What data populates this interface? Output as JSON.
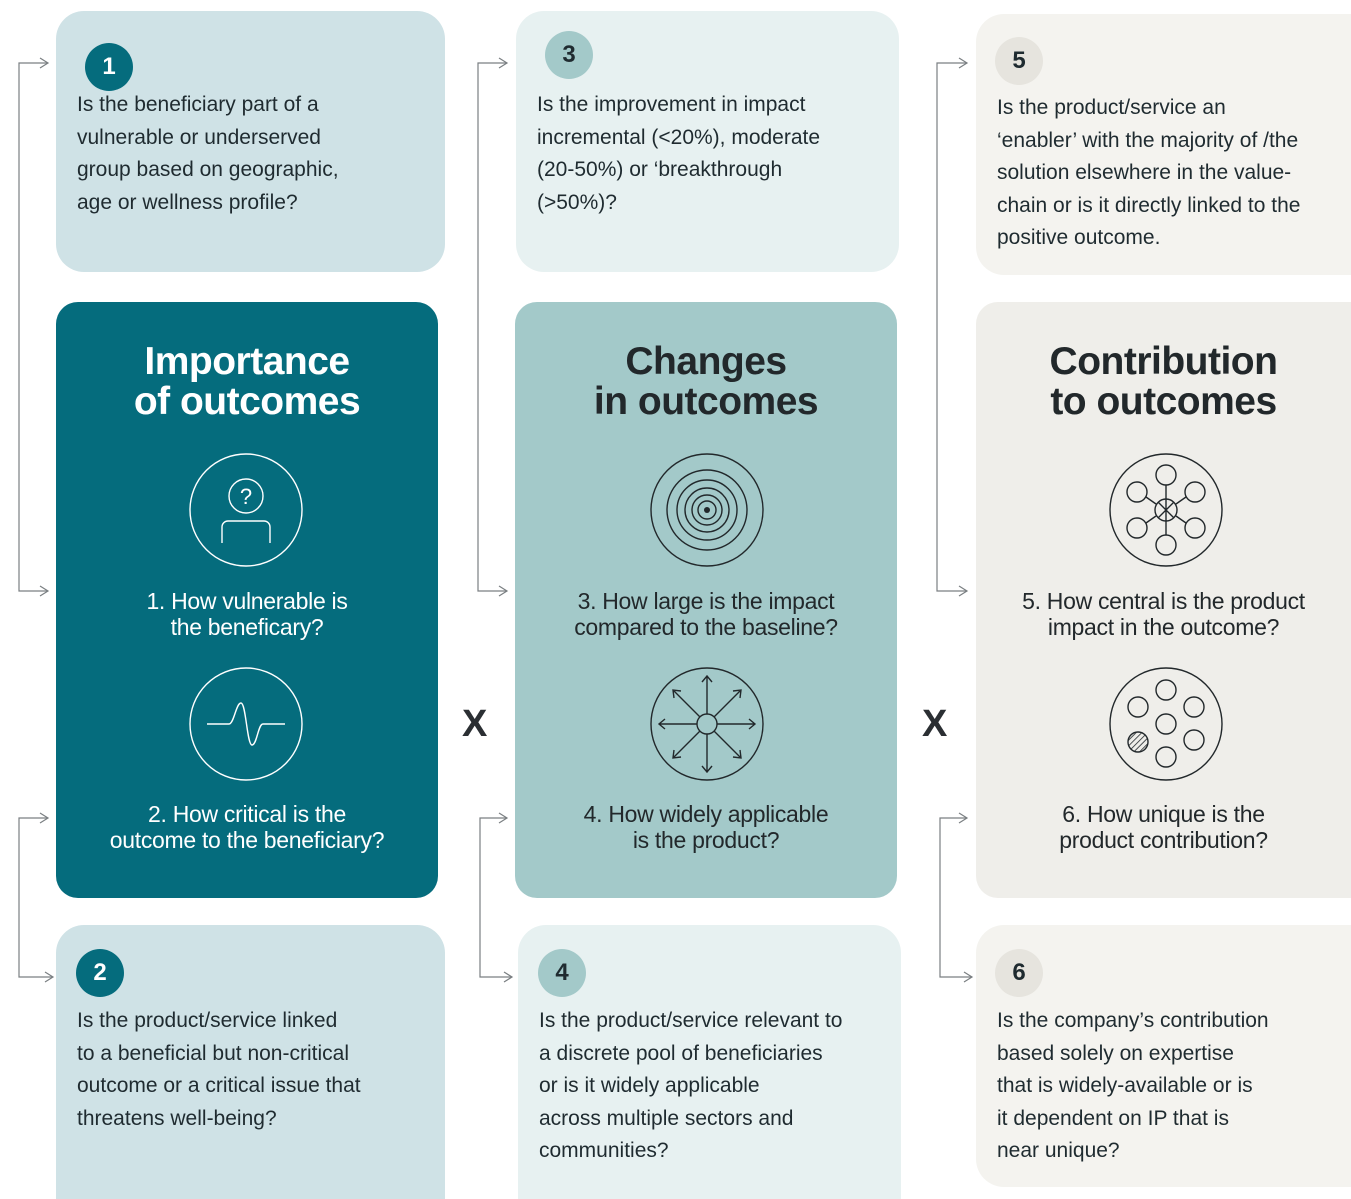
{
  "colors": {
    "teal_dark": "#056c7d",
    "teal_mid": "#a3c9c9",
    "stone": "#efeeea",
    "card_blue": "#cfe2e6",
    "card_mint": "#e7f1f1",
    "card_stone": "#f4f3ef"
  },
  "pillars": [
    {
      "title_line1": "Importance",
      "title_line2": "of outcomes",
      "q1_line1": "1. How vulnerable is",
      "q1_line2": "the beneficary?",
      "q2_line1": "2. How critical is the",
      "q2_line2": "outcome to the beneficiary?",
      "icon1": "person-question-icon",
      "icon2": "pulse-wave-icon"
    },
    {
      "title_line1": "Changes",
      "title_line2": "in outcomes",
      "q1_line1": "3. How large is the impact",
      "q1_line2": "compared to the baseline?",
      "q2_line1": "4. How widely applicable",
      "q2_line2": "is the product?",
      "icon1": "concentric-target-icon",
      "icon2": "radiating-arrows-icon"
    },
    {
      "title_line1": "Contribution",
      "title_line2": "to outcomes",
      "q1_line1": "5. How central is the product",
      "q1_line2": "impact in the outcome?",
      "q2_line1": "6. How unique is the",
      "q2_line2": "product contribution?",
      "icon1": "network-hub-icon",
      "icon2": "circle-cluster-icon"
    }
  ],
  "operators": [
    "X",
    "X"
  ],
  "questions": [
    {
      "num": "1",
      "lines": [
        "Is the beneficiary part of a",
        "vulnerable or underserved",
        "group based on geographic,",
        "age or wellness profile?"
      ]
    },
    {
      "num": "3",
      "lines": [
        "Is the improvement in impact",
        "incremental (<20%), moderate",
        "(20-50%) or ‘breakthrough",
        "(>50%)?"
      ]
    },
    {
      "num": "5",
      "lines": [
        "Is the product/service an",
        "‘enabler’ with the majority of /the",
        "solution elsewhere in the value-",
        "chain or is it directly linked to the",
        "positive outcome."
      ]
    },
    {
      "num": "2",
      "lines": [
        "Is the product/service linked",
        "to a beneficial but non-critical",
        "outcome or a critical issue that",
        "threatens well-being?"
      ]
    },
    {
      "num": "4",
      "lines": [
        "Is the product/service relevant to",
        "a discrete pool of beneficiaries",
        "or is it widely applicable",
        "across multiple sectors and",
        "communities?"
      ]
    },
    {
      "num": "6",
      "lines": [
        "Is the company’s contribution",
        "based solely on expertise",
        "that is widely-available or is",
        "it dependent on IP that is",
        "near unique?"
      ]
    }
  ]
}
